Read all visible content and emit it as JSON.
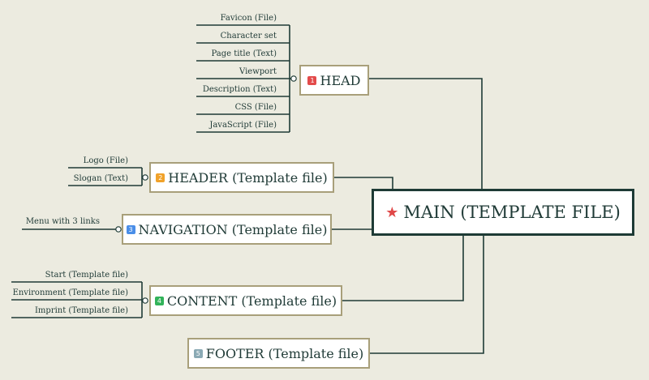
{
  "main": {
    "label": "MAIN (TEMPLATE FILE)",
    "icon": "star-icon",
    "icon_color": "#e04848"
  },
  "branches": [
    {
      "id": "head",
      "num": "1",
      "badge_color": "#e34b4b",
      "label": "HEAD",
      "children": [
        "Favicon (File)",
        "Character set",
        "Page title (Text)",
        "Viewport",
        "Description  (Text)",
        "CSS (File)",
        "JavaScript (File)"
      ]
    },
    {
      "id": "header",
      "num": "2",
      "badge_color": "#f1a22a",
      "label": "HEADER (Template file)",
      "children": [
        "Logo (File)",
        "Slogan (Text)"
      ]
    },
    {
      "id": "navigation",
      "num": "3",
      "badge_color": "#4a8ee8",
      "label": "NAVIGATION (Template file)",
      "children": [
        "Menu with 3 links"
      ]
    },
    {
      "id": "content",
      "num": "4",
      "badge_color": "#32b35a",
      "label": "CONTENT (Template file)",
      "children": [
        "Start (Template file)",
        "Environment (Template file)",
        "Imprint (Template file)"
      ]
    },
    {
      "id": "footer",
      "num": "5",
      "badge_color": "#8aa9b4",
      "label": "FOOTER (Template file)",
      "children": []
    }
  ],
  "colors": {
    "background": "#ecebe0",
    "line": "#1e3b36",
    "node_border": "#a89f7a"
  }
}
